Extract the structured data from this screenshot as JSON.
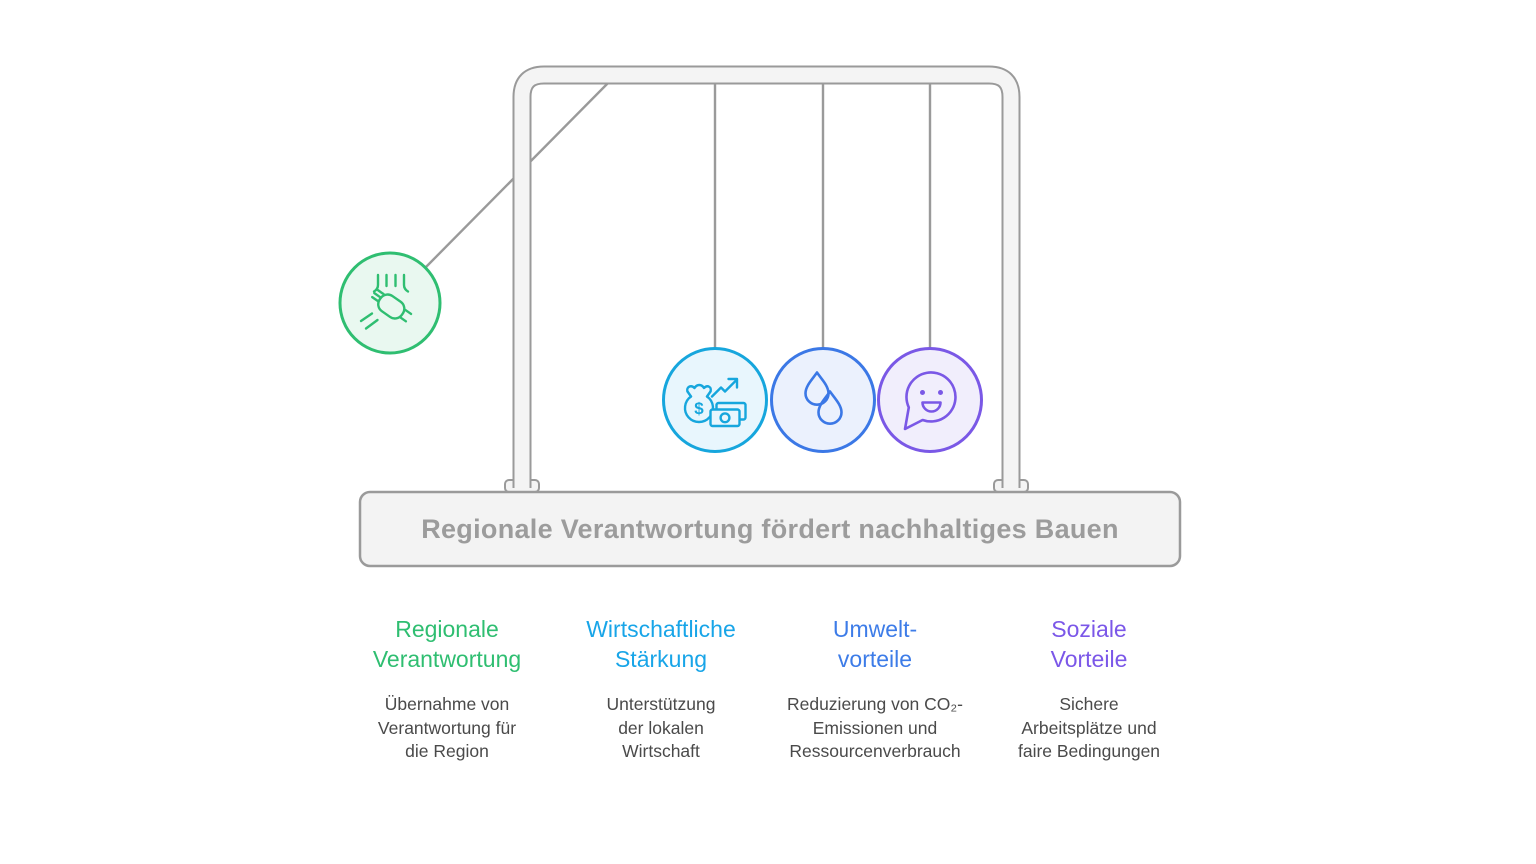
{
  "cradle": {
    "frame_color": "#9a9a9a",
    "frame_fill": "#f4f4f4",
    "string_color": "#9a9a9a",
    "banner": {
      "label": "Regionale Verantwortung fördert nachhaltiges Bauen",
      "text_color": "#9c9c9c",
      "fill": "#f3f3f3"
    },
    "balls": [
      {
        "name": "regionale-verantwortung",
        "icon": "hands-together-icon",
        "accent": "#2fbe71",
        "fill": "#e9f8f0",
        "position": "swinging-left"
      },
      {
        "name": "wirtschaftliche-staerkung",
        "icon": "money-bag-growth-icon",
        "accent": "#16a6dd",
        "fill": "#e8f6fd",
        "currency": "$",
        "position": "hanging"
      },
      {
        "name": "umwelt-vorteile",
        "icon": "water-drops-icon",
        "accent": "#3b78e6",
        "fill": "#ebf1fd",
        "position": "hanging"
      },
      {
        "name": "soziale-vorteile",
        "icon": "smiley-speech-bubble-icon",
        "accent": "#7a58e6",
        "fill": "#f1eefc",
        "position": "hanging"
      }
    ]
  },
  "columns": [
    {
      "title": "Regionale\nVerantwortung",
      "description": "Übernahme von\nVerantwortung für\ndie Region",
      "color": "#2fbe71"
    },
    {
      "title": "Wirtschaftliche\nStärkung",
      "description": "Unterstützung\nder lokalen\nWirtschaft",
      "color": "#18a5e8"
    },
    {
      "title": "Umwelt-\nvorteile",
      "description": "Reduzierung von CO₂-\nEmissionen und\nRessourcenverbrauch",
      "color": "#3d7ce8"
    },
    {
      "title": "Soziale\nVorteile",
      "description": "Sichere\nArbeitsplätze und\nfaire Bedingungen",
      "color": "#7b57e8"
    }
  ]
}
